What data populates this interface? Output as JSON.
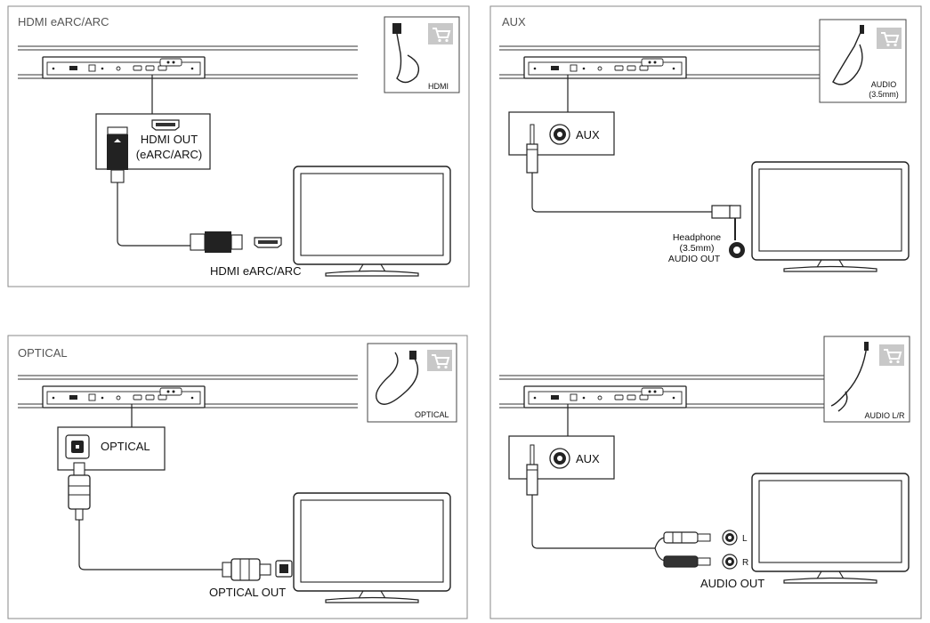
{
  "panels": {
    "hdmi": {
      "title": "HDMI eARC/ARC",
      "box_label_line1": "HDMI OUT",
      "box_label_line2": "(eARC/ARC)",
      "tv_port_label": "HDMI eARC/ARC",
      "accessory_label": "HDMI"
    },
    "aux1": {
      "title": "AUX",
      "box_label": "AUX",
      "tv_port_line1": "Headphone",
      "tv_port_line2": "(3.5mm)",
      "tv_port_line3": "AUDIO OUT",
      "accessory_line1": "AUDIO",
      "accessory_line2": "(3.5mm)"
    },
    "optical": {
      "title": "OPTICAL",
      "box_label": "OPTICAL",
      "tv_port_label": "OPTICAL OUT",
      "accessory_label": "OPTICAL"
    },
    "aux2": {
      "box_label": "AUX",
      "left_channel": "L",
      "right_channel": "R",
      "tv_port_label": "AUDIO OUT",
      "accessory_label": "AUDIO L/R"
    }
  },
  "icons": {
    "cart": "cart-icon",
    "cable": "cable-icon",
    "tv": "tv-icon",
    "soundbar": "soundbar-icon"
  },
  "colors": {
    "panel_border": "#8a8a8a",
    "cart_badge": "#c8c8c8",
    "line": "#222222"
  }
}
